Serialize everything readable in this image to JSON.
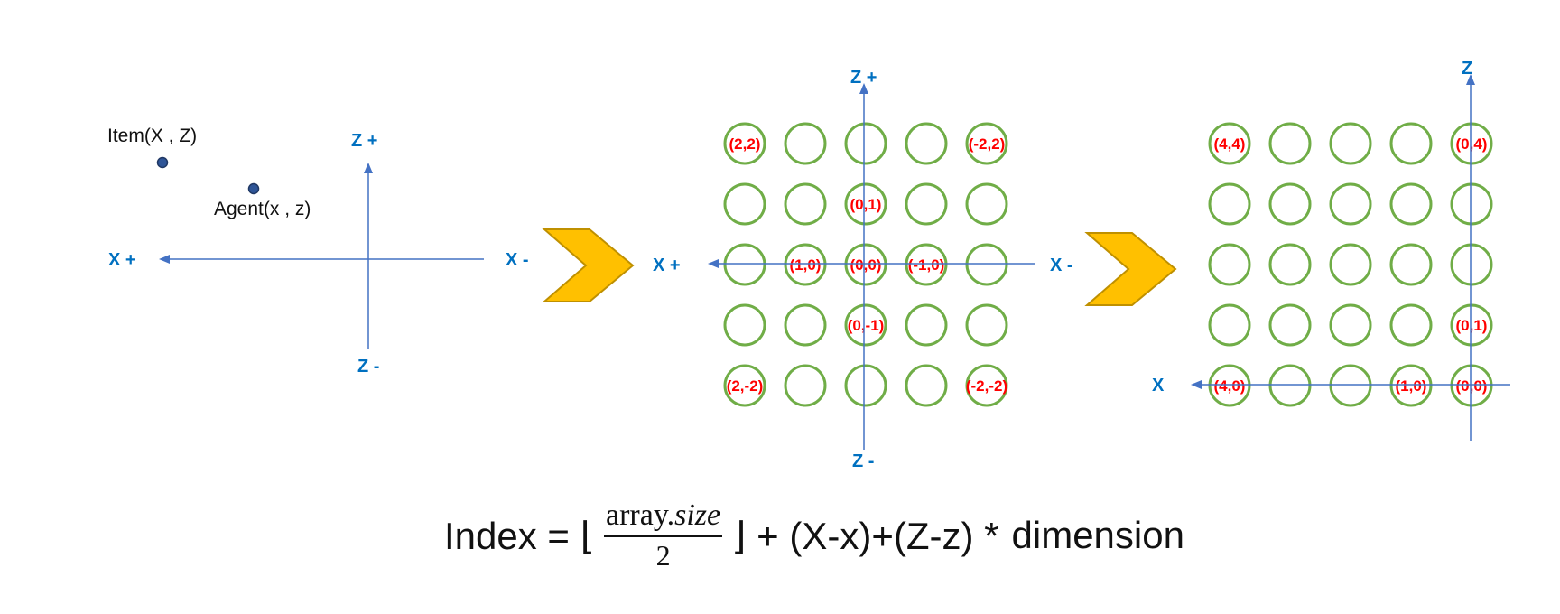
{
  "panel1": {
    "item_label": "Item(X , Z)",
    "agent_label": "Agent(x , z)",
    "axis_z_plus": "Z +",
    "axis_z_minus": "Z -",
    "axis_x_plus": "X +",
    "axis_x_minus": "X -"
  },
  "panel2": {
    "axis_z_plus": "Z +",
    "axis_z_minus": "Z -",
    "axis_x_plus": "X +",
    "axis_x_minus": "X -",
    "cell_labels": [
      {
        "row": 0,
        "col": 0,
        "text": "(2,2)"
      },
      {
        "row": 0,
        "col": 2,
        "text": ""
      },
      {
        "row": 0,
        "col": 4,
        "text": "(-2,2)"
      },
      {
        "row": 1,
        "col": 2,
        "text": "(0,1)"
      },
      {
        "row": 2,
        "col": 1,
        "text": "(1,0)"
      },
      {
        "row": 2,
        "col": 2,
        "text": "(0,0)"
      },
      {
        "row": 2,
        "col": 3,
        "text": "(-1,0)"
      },
      {
        "row": 3,
        "col": 2,
        "text": "(0,-1)"
      },
      {
        "row": 4,
        "col": 0,
        "text": "(2,-2)"
      },
      {
        "row": 4,
        "col": 4,
        "text": "(-2,-2)"
      }
    ]
  },
  "panel3": {
    "axis_z": "Z",
    "axis_x": "X",
    "cell_labels": [
      {
        "row": 0,
        "col": 0,
        "text": "(4,4)"
      },
      {
        "row": 0,
        "col": 4,
        "text": "(0,4)"
      },
      {
        "row": 3,
        "col": 4,
        "text": "(0,1)"
      },
      {
        "row": 4,
        "col": 0,
        "text": "(4,0)"
      },
      {
        "row": 4,
        "col": 3,
        "text": "(1,0)"
      },
      {
        "row": 4,
        "col": 4,
        "text": "(0,0)"
      }
    ]
  },
  "formula": {
    "lhs": "Index = ⌊",
    "numerator_plain": "array.",
    "numerator_italic": "size",
    "denominator": "2",
    "rhs": "⌋ + (X-x)+(Z-z) *",
    "tail": "dimension"
  },
  "colors": {
    "axis": "#4472c4",
    "axis_label": "#0070c0",
    "circle": "#70ad47",
    "cell_label": "#ff0000",
    "chevron_fill": "#ffc000",
    "chevron_stroke": "#bf9000",
    "dot_fill": "#2f5597"
  }
}
